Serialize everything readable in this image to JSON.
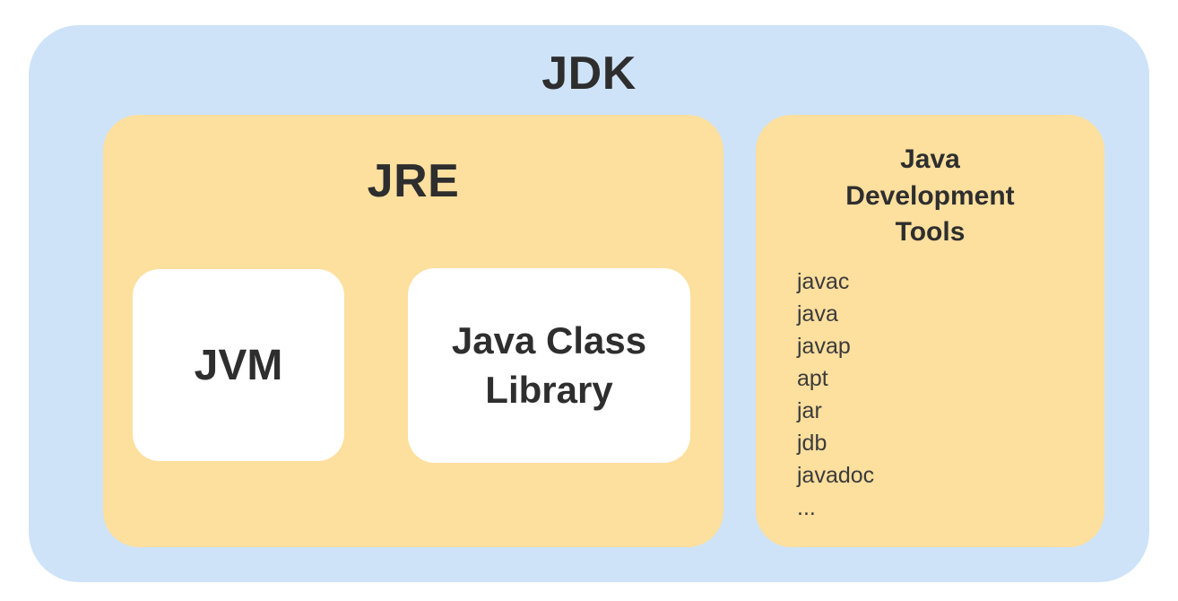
{
  "diagram": {
    "jdk": {
      "label": "JDK"
    },
    "jre": {
      "label": "JRE"
    },
    "jvm": {
      "label": "JVM"
    },
    "java_class_library": {
      "label": "Java Class Library"
    },
    "java_development_tools": {
      "title": "Java Development Tools",
      "tools": [
        "javac",
        "java",
        "javap",
        "apt",
        "jar",
        "jdb",
        "javadoc",
        "..."
      ]
    },
    "colors": {
      "outer_background": "#CEE3F8",
      "inner_background": "#FDDF9E",
      "box_background": "#FFFFFF",
      "text": "#2E2E2E"
    }
  }
}
